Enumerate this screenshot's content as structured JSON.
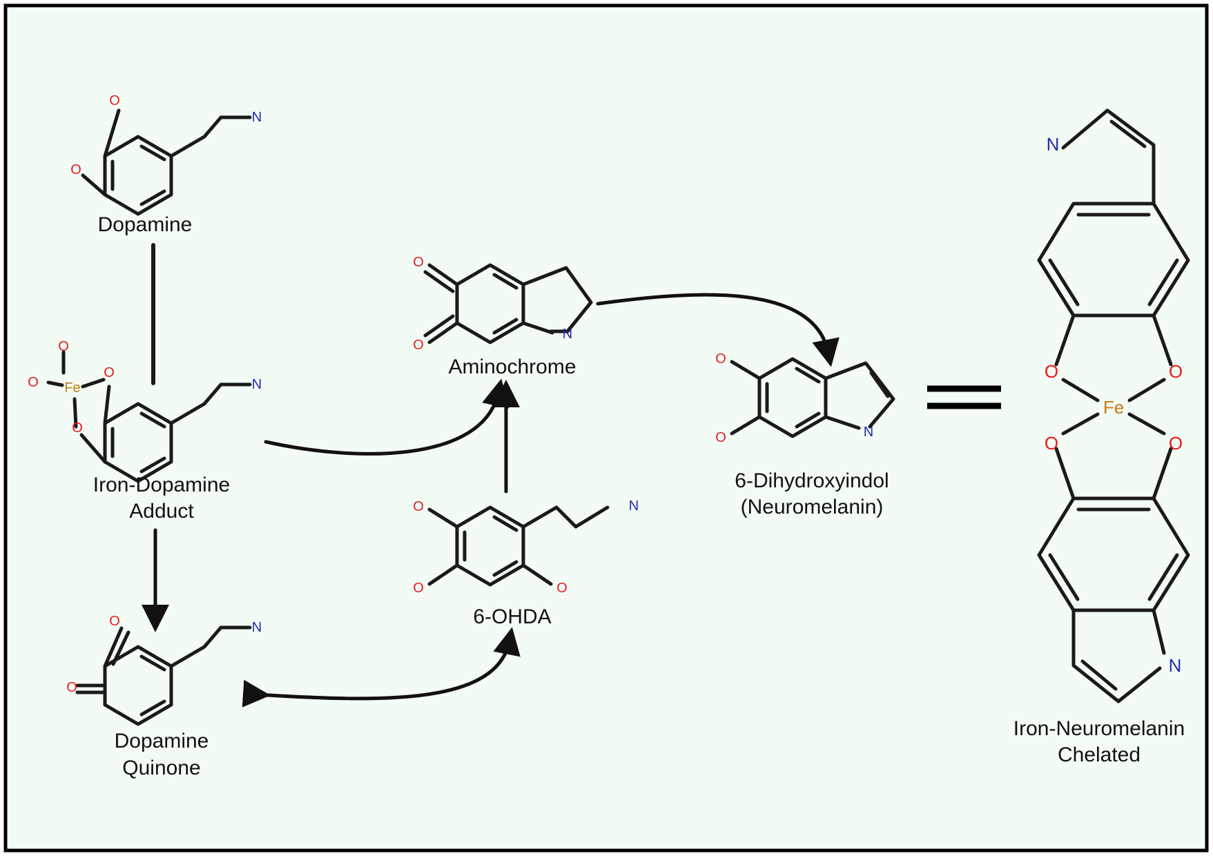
{
  "colors": {
    "background": "#f3fbf5",
    "oxygen": "#e8191b",
    "nitrogen": "#1f2bb5",
    "iron": "#c57a10",
    "bond": "#1a1a1a"
  },
  "atoms": {
    "oxygen": "O",
    "nitrogen": "N",
    "iron": "Fe"
  },
  "labels": {
    "dopamine": "Dopamine",
    "iron_dopamine_1": "Iron-Dopamine",
    "iron_dopamine_2": "Adduct",
    "dopamine_quinone_1": "Dopamine",
    "dopamine_quinone_2": "Quinone",
    "aminochrome": "Aminochrome",
    "ohda": "6-OHDA",
    "dhi_1": "6-Dihydroxyindol",
    "dhi_2": "(Neuromelanin)",
    "iron_nm_1": "Iron-Neuromelanin",
    "iron_nm_2": "Chelated"
  }
}
